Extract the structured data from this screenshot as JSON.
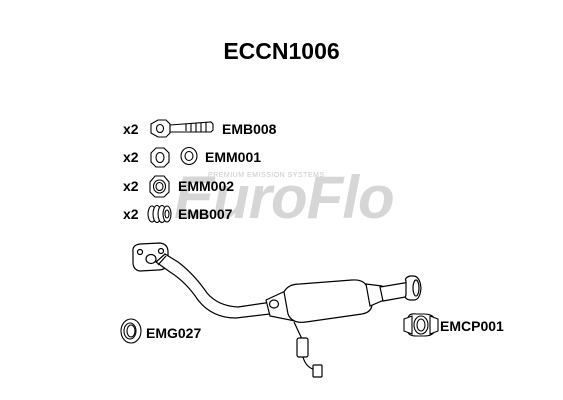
{
  "title": "ECCN1006",
  "watermark": {
    "brand": "EuroFlo",
    "tagline": "PREMIUM EMISSION SYSTEMS"
  },
  "fittings": [
    {
      "qty": "x2",
      "code": "EMB008",
      "icon": "bolt-icon"
    },
    {
      "qty": "x2",
      "code": "EMM001",
      "icon": "nut-washer-icon"
    },
    {
      "qty": "x2",
      "code": "EMM002",
      "icon": "nut-icon"
    },
    {
      "qty": "x2",
      "code": "EMB007",
      "icon": "spring-icon"
    }
  ],
  "parts": {
    "gasket": {
      "code": "EMG027",
      "icon": "gasket-ring-icon"
    },
    "clamp": {
      "code": "EMCP001",
      "icon": "pipe-clamp-icon"
    },
    "catalyst": {
      "icon": "catalytic-converter-icon"
    }
  }
}
